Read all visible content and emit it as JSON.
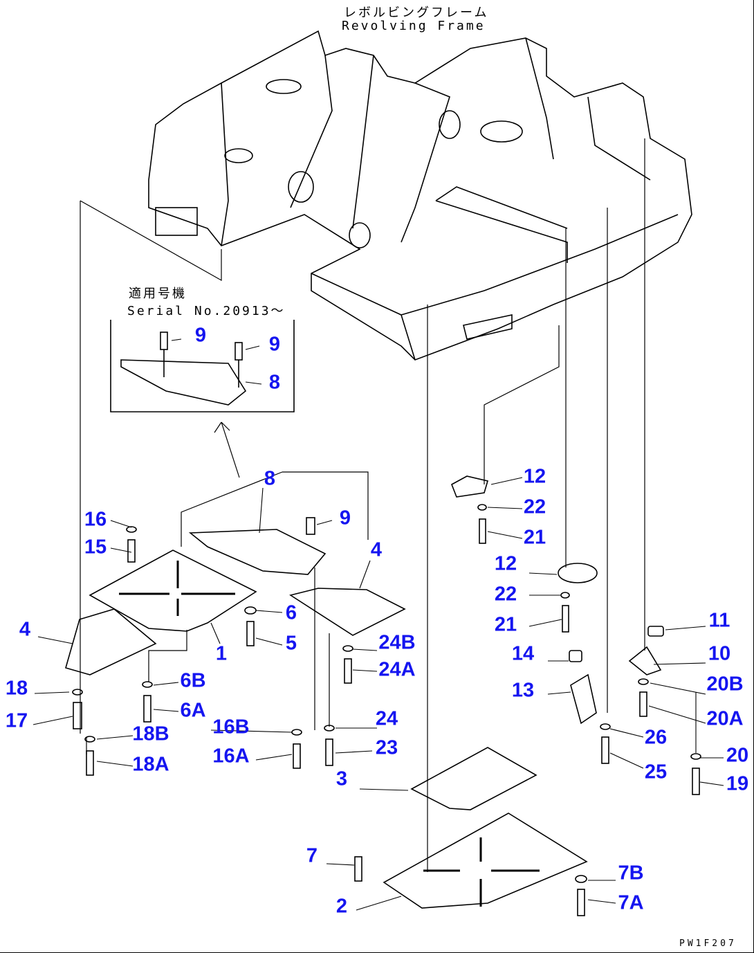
{
  "title_jp": "レボルビングフレーム",
  "title_en": "Revolving Frame",
  "inset": {
    "label_jp": "適用号機",
    "label_en": "Serial No.20913～",
    "callouts": [
      "9",
      "9",
      "8"
    ]
  },
  "callouts": [
    "8",
    "9",
    "16",
    "15",
    "4",
    "6",
    "4",
    "5",
    "1",
    "24B",
    "24A",
    "6B",
    "18",
    "6A",
    "17",
    "16B",
    "24",
    "18B",
    "16A",
    "23",
    "18A",
    "3",
    "7",
    "2",
    "7B",
    "7A",
    "12",
    "22",
    "21",
    "12",
    "22",
    "21",
    "11",
    "14",
    "10",
    "13",
    "20B",
    "20A",
    "26",
    "20",
    "25",
    "19"
  ],
  "figure_code": "PW1F207",
  "colors": {
    "callout": "#1515f0",
    "line": "#000000"
  }
}
